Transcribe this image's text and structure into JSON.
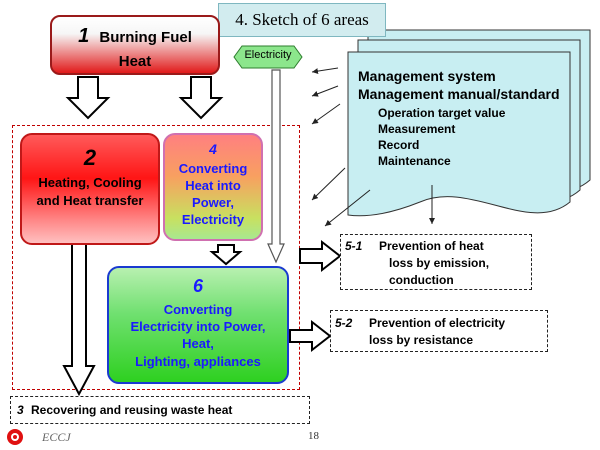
{
  "title": "4.  Sketch of  6 areas",
  "burning_fuel": {
    "number": "1",
    "line1": "Burning Fuel",
    "line2": "Heat"
  },
  "heating": {
    "number": "2",
    "lines": [
      "Heating, Cooling",
      "and Heat transfer"
    ]
  },
  "converting_heat": {
    "number": "4",
    "lines": [
      "Converting",
      "Heat into",
      "Power,",
      "Electricity"
    ]
  },
  "converting_elec": {
    "number": "6",
    "lines": [
      "Converting",
      "Electricity into Power,",
      "Heat,",
      "Lighting, appliances"
    ]
  },
  "electricity_label": "Electricity",
  "management": {
    "heading1": "Management system",
    "heading2": "Management manual/standard",
    "items": [
      "Operation target value",
      "Measurement",
      "Record",
      "Maintenance"
    ]
  },
  "prevention_heat": {
    "number": "5-1",
    "lines": [
      "Prevention of heat",
      "loss by emission,",
      "conduction"
    ]
  },
  "prevention_elec": {
    "number": "5-2",
    "lines": [
      "Prevention of electricity",
      "loss by resistance"
    ]
  },
  "recovering": {
    "number": "3",
    "text": "Recovering and reusing waste heat"
  },
  "footer": {
    "logo_text": "ECCJ",
    "page_number": "18"
  },
  "colors": {
    "fuel_border": "#9a1a1a",
    "heating_fill": "#ff1515",
    "conv_text": "#1a1aff",
    "doc_fill": "#c8eef2",
    "dashed_frame": "#c00000"
  }
}
